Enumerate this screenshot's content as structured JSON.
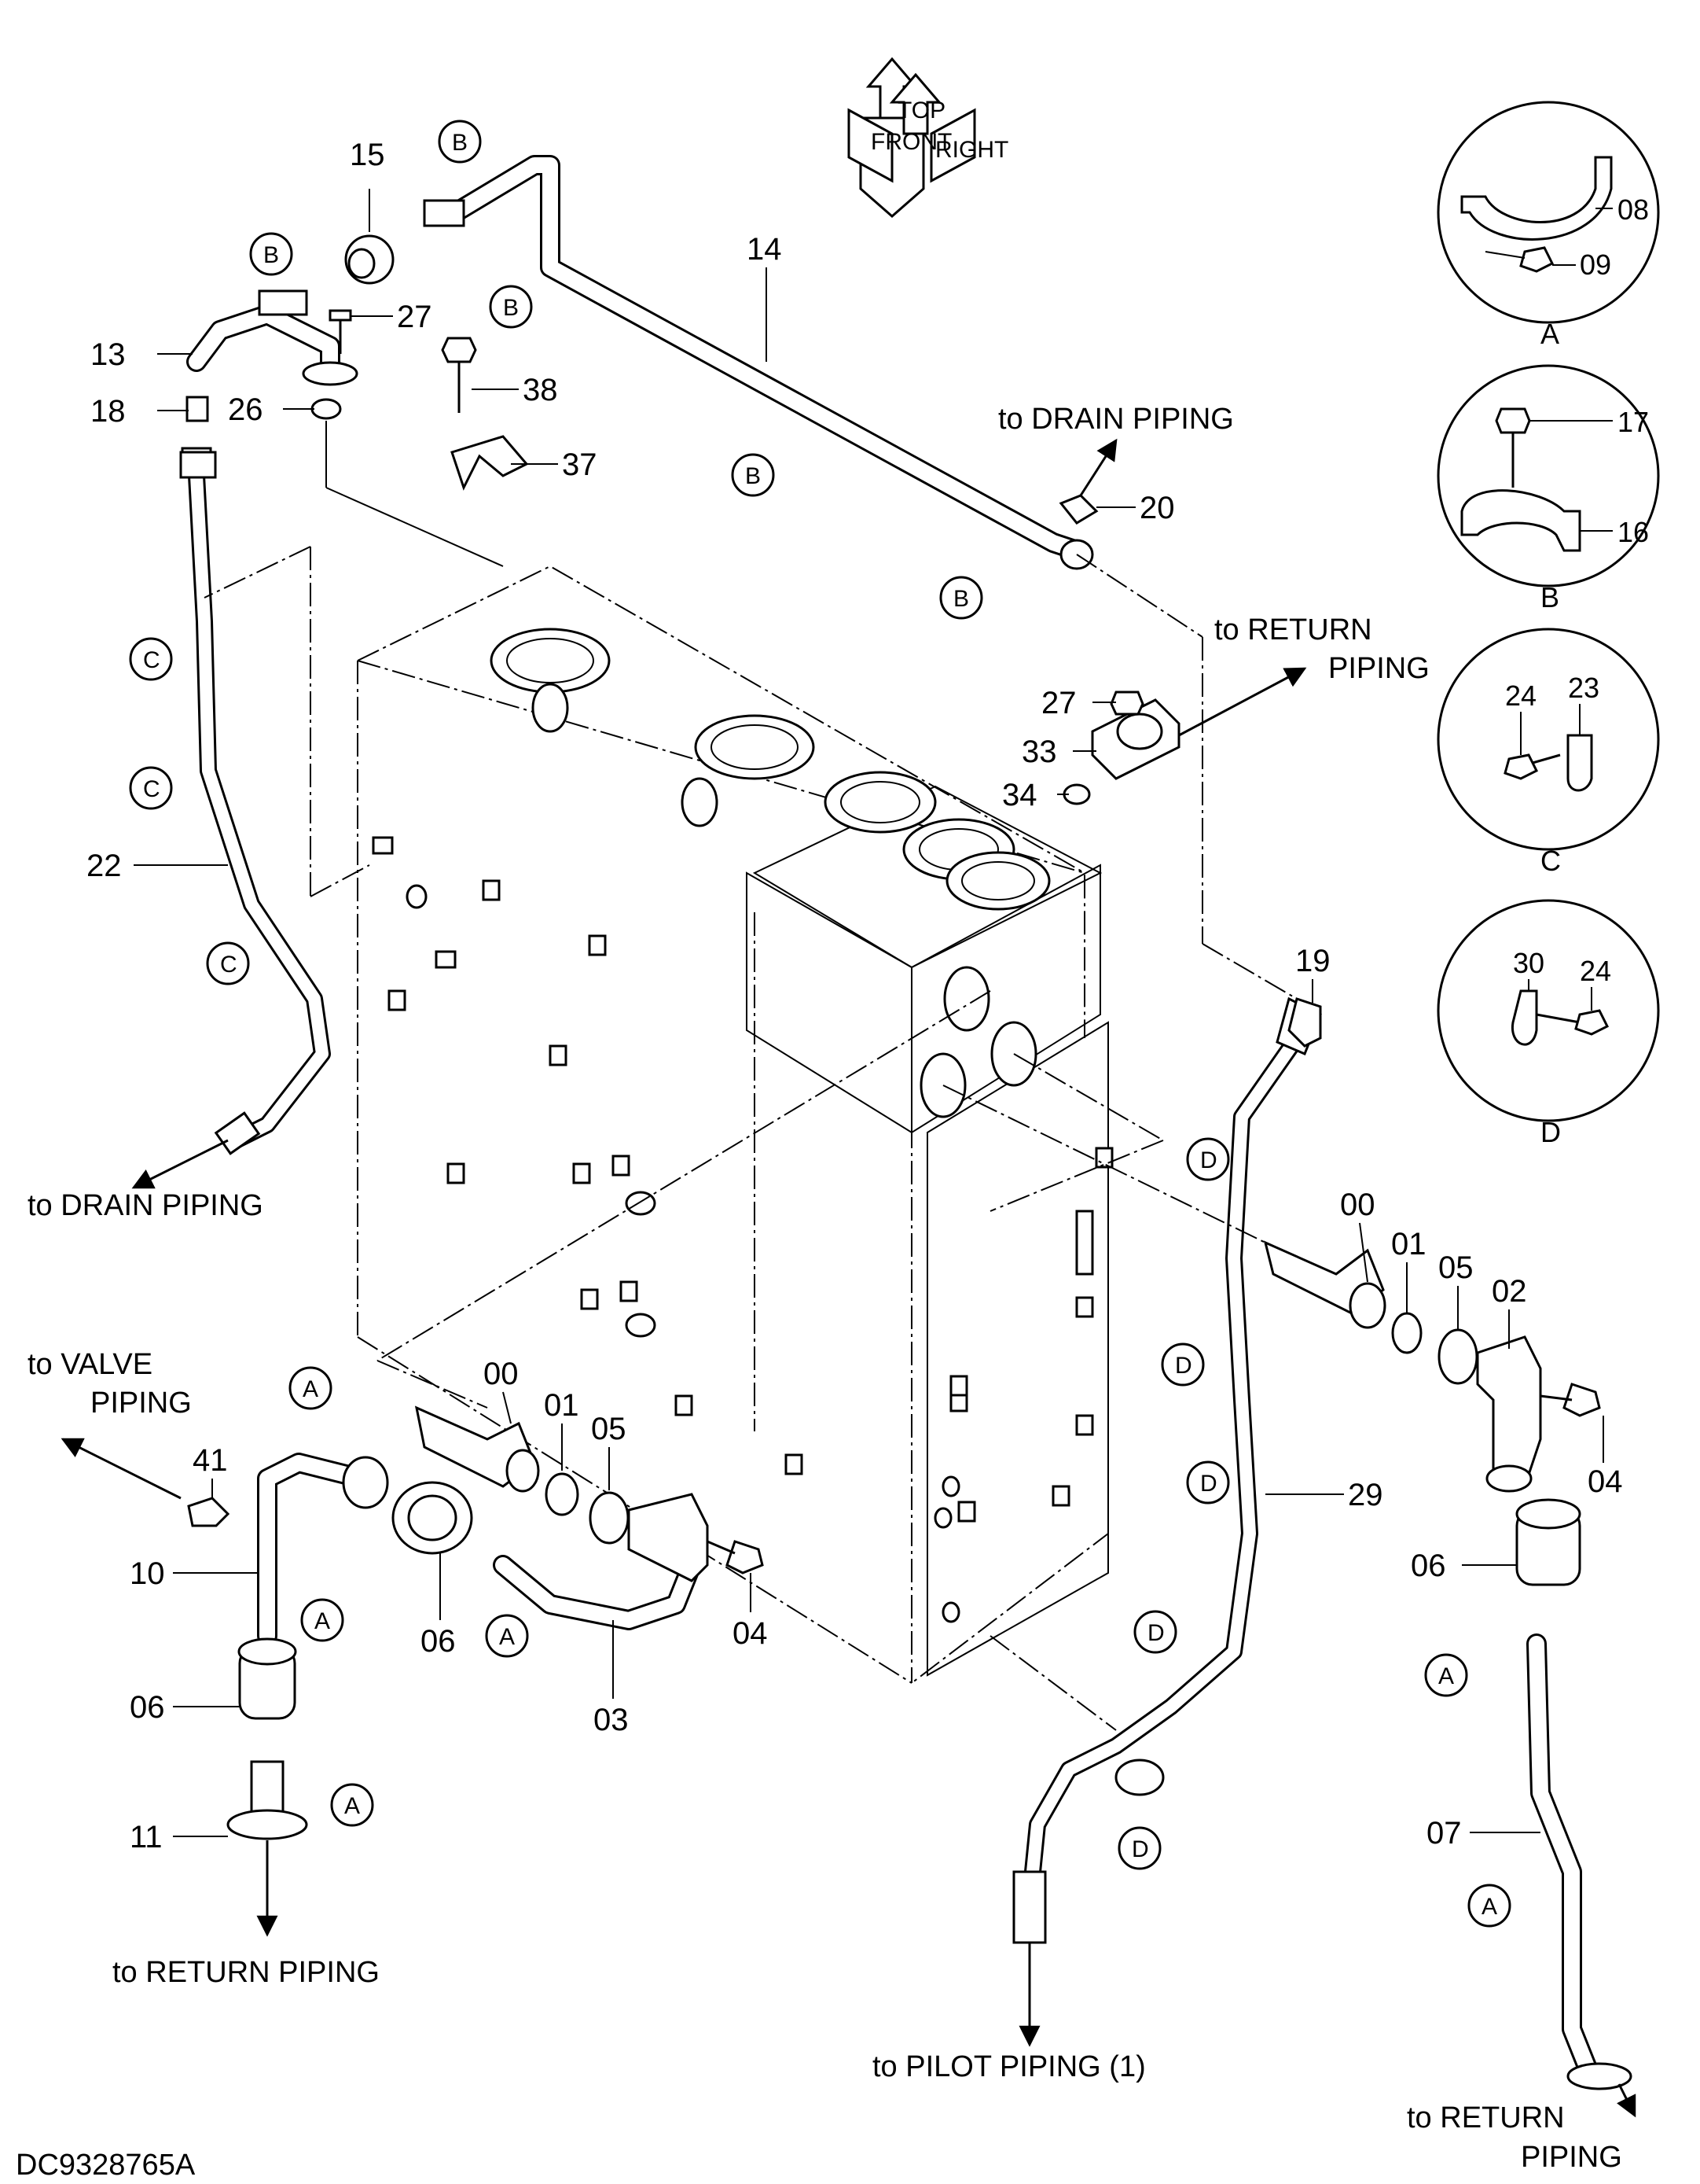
{
  "drawing_code": "DC9328765A",
  "orientation_mark": {
    "top": "TOP",
    "front": "FRONT",
    "right": "RIGHT"
  },
  "callouts": [
    {
      "id": "15",
      "text": "15"
    },
    {
      "id": "14",
      "text": "14"
    },
    {
      "id": "27a",
      "text": "27"
    },
    {
      "id": "13",
      "text": "13"
    },
    {
      "id": "18",
      "text": "18"
    },
    {
      "id": "26",
      "text": "26"
    },
    {
      "id": "38",
      "text": "38"
    },
    {
      "id": "37",
      "text": "37"
    },
    {
      "id": "20",
      "text": "20"
    },
    {
      "id": "27b",
      "text": "27"
    },
    {
      "id": "33",
      "text": "33"
    },
    {
      "id": "34",
      "text": "34"
    },
    {
      "id": "22",
      "text": "22"
    },
    {
      "id": "19",
      "text": "19"
    },
    {
      "id": "00a",
      "text": "00"
    },
    {
      "id": "01a",
      "text": "01"
    },
    {
      "id": "05a",
      "text": "05"
    },
    {
      "id": "02",
      "text": "02"
    },
    {
      "id": "29",
      "text": "29"
    },
    {
      "id": "04a",
      "text": "04"
    },
    {
      "id": "06a",
      "text": "06"
    },
    {
      "id": "00b",
      "text": "00"
    },
    {
      "id": "01b",
      "text": "01"
    },
    {
      "id": "05b",
      "text": "05"
    },
    {
      "id": "41",
      "text": "41"
    },
    {
      "id": "10",
      "text": "10"
    },
    {
      "id": "06b",
      "text": "06"
    },
    {
      "id": "04b",
      "text": "04"
    },
    {
      "id": "03",
      "text": "03"
    },
    {
      "id": "06c",
      "text": "06"
    },
    {
      "id": "11",
      "text": "11"
    },
    {
      "id": "07",
      "text": "07"
    }
  ],
  "reference_marks": [
    "B",
    "B",
    "B",
    "B",
    "B",
    "C",
    "C",
    "C",
    "D",
    "D",
    "D",
    "D",
    "D",
    "A",
    "A",
    "A",
    "A",
    "A",
    "A"
  ],
  "directions": {
    "drain_top": "to  DRAIN PIPING",
    "return_top_1": "to  RETURN",
    "return_top_2": "PIPING",
    "drain_left": "to  DRAIN PIPING",
    "valve_1": "to  VALVE",
    "valve_2": "PIPING",
    "return_bottom": "to  RETURN PIPING",
    "pilot": "to  PILOT PIPING (1)",
    "return_br_1": "to  RETURN",
    "return_br_2": "PIPING"
  },
  "details": [
    {
      "letter": "A",
      "parts": [
        "08",
        "09"
      ]
    },
    {
      "letter": "B",
      "parts": [
        "17",
        "16"
      ]
    },
    {
      "letter": "C",
      "parts": [
        "24",
        "23"
      ]
    },
    {
      "letter": "D",
      "parts": [
        "30",
        "24"
      ]
    }
  ]
}
